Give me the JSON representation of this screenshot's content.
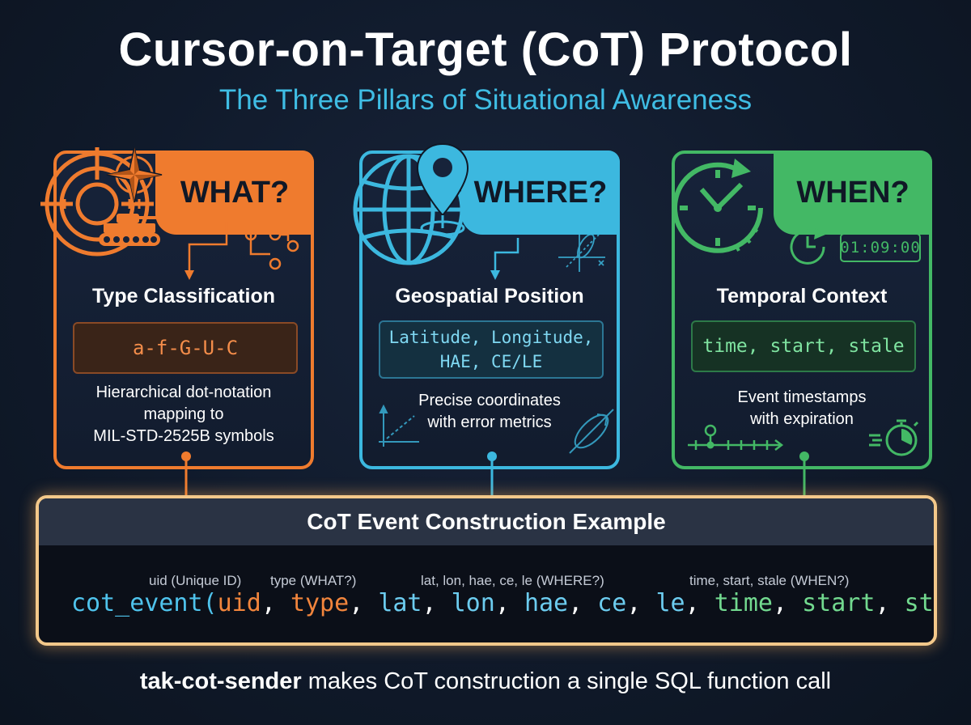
{
  "title": "Cursor-on-Target (CoT) Protocol",
  "subtitle": "The Three Pillars of Situational Awareness",
  "pillars": {
    "what": {
      "tab": "WHAT?",
      "heading": "Type Classification",
      "code": "a-f-G-U-C",
      "desc_lines": [
        "Hierarchical dot-notation",
        "mapping to",
        "MIL-STD-2525B symbols"
      ],
      "color": "#ef7b2e",
      "icons": [
        "crosshair-icon",
        "compass-star-icon",
        "tank-icon",
        "node-tree-icon"
      ]
    },
    "where": {
      "tab": "WHERE?",
      "heading": "Geospatial Position",
      "code_lines": [
        "Latitude, Longitude,",
        "HAE, CE/LE"
      ],
      "desc_lines": [
        "Precise coordinates",
        "with error metrics"
      ],
      "color": "#3cb8df",
      "icons": [
        "globe-icon",
        "map-pin-icon",
        "coordinate-plot-icon",
        "error-ellipse-icon"
      ]
    },
    "when": {
      "tab": "WHEN?",
      "heading": "Temporal Context",
      "code": "time, start, stale",
      "desc_lines": [
        "Event timestamps",
        "with expiration"
      ],
      "clock_display": "01:09:00",
      "color": "#43b865",
      "icons": [
        "clock-icon",
        "clock-refresh-icon",
        "timeline-icon",
        "stopwatch-icon"
      ]
    }
  },
  "event": {
    "header": "CoT Event Construction Example",
    "annotations": {
      "uid": "uid (Unique ID)",
      "type": "type (WHAT?)",
      "where": "lat, lon, hae, ce, le (WHERE?)",
      "when": "time, start, stale (WHEN?)"
    },
    "code": {
      "fn": "cot_event(",
      "uid": "uid",
      "type": "type",
      "lat": "lat",
      "lon": "lon",
      "hae": "hae",
      "ce": "ce",
      "le": "le",
      "time": "time",
      "start": "start",
      "stale": "stale",
      "sep": ", ",
      "close": ")"
    },
    "border_color": "#f3c88a"
  },
  "footer": {
    "bold": "tak-cot-sender",
    "rest": " makes CoT construction a single SQL function call"
  }
}
